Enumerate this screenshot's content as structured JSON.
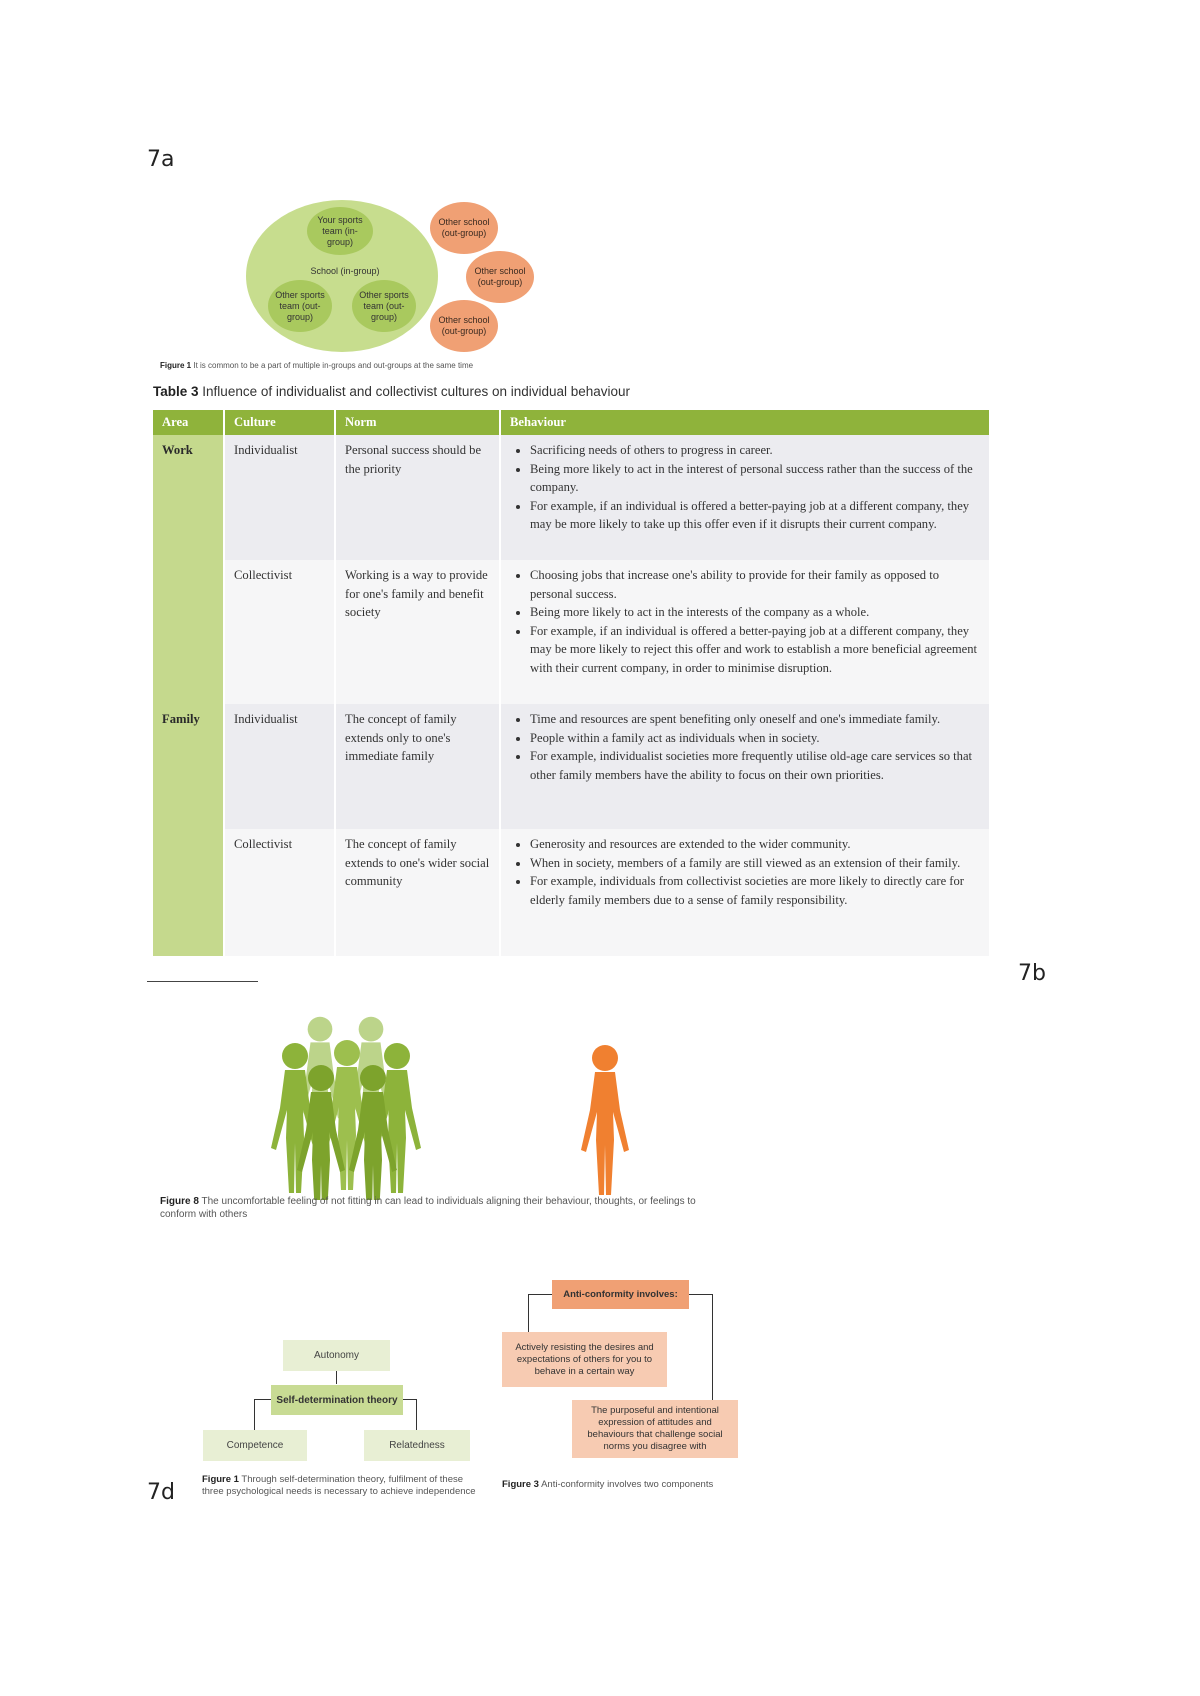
{
  "labels": {
    "label_7a": "7a",
    "label_7b": "7b",
    "label_7d": "7d"
  },
  "figure_groups": {
    "in_group_team": "Your sports team (in-group)",
    "school": "School (in-group)",
    "other_team_1": "Other sports team (out-group)",
    "other_team_2": "Other sports team (out-group)",
    "other_school_1": "Other school (out-group)",
    "other_school_2": "Other school (out-group)",
    "other_school_3": "Other school (out-group)",
    "caption_label": "Figure 1",
    "caption_text": "It is common to be a part of multiple in-groups and out-groups at the same time"
  },
  "table": {
    "title_label": "Table 3",
    "title_text": "Influence of individualist and collectivist cultures on individual behaviour",
    "headers": [
      "Area",
      "Culture",
      "Norm",
      "Behaviour"
    ],
    "rows": [
      {
        "area": "Work",
        "culture": "Individualist",
        "norm": "Personal success should be the priority",
        "behaviour": [
          "Sacrificing needs of others to progress in career.",
          "Being more likely to act in the interest of personal success rather than the success of the company.",
          "For example, if an individual is offered a better-paying job at a different company, they may be more likely to take up this offer even if it disrupts their current company."
        ]
      },
      {
        "area": "",
        "culture": "Collectivist",
        "norm": "Working is a way to provide for one's family and benefit society",
        "behaviour": [
          "Choosing jobs that increase one's ability to provide for their family as opposed to personal success.",
          "Being more likely to act in the interests of the company as a whole.",
          "For example, if an individual is offered a better-paying job at a different company, they may be more likely to reject this offer and work to establish a more beneficial agreement with their current company, in order to minimise disruption."
        ]
      },
      {
        "area": "Family",
        "culture": "Individualist",
        "norm": "The concept of family extends only to one's immediate family",
        "behaviour": [
          "Time and resources are spent benefiting only oneself and one's immediate family.",
          "People within a family act as individuals when in society.",
          "For example, individualist societies more frequently utilise old-age care services so that other family members have the ability to focus on their own priorities."
        ]
      },
      {
        "area": "",
        "culture": "Collectivist",
        "norm": "The concept of family extends to one's wider social community",
        "behaviour": [
          "Generosity and resources are extended to the wider community.",
          "When in society, members of a family are still viewed as an extension of their family.",
          "For example, individuals from collectivist societies are more likely to directly care for elderly family members due to a sense of family responsibility."
        ]
      }
    ]
  },
  "figure_conformity": {
    "caption_label": "Figure 8",
    "caption_text": "The uncomfortable feeling of not fitting in can lead to individuals aligning their behaviour, thoughts, or feelings to conform with others",
    "colors": {
      "group": "#8db33a",
      "group_light": "#bcd48a",
      "individual": "#f08030"
    }
  },
  "figure_sdt": {
    "autonomy": "Autonomy",
    "center": "Self-determination theory",
    "competence": "Competence",
    "relatedness": "Relatedness",
    "caption_label": "Figure 1",
    "caption_text": "Through self-determination theory, fulfilment of these three psychological needs is necessary to achieve independence"
  },
  "figure_anticonformity": {
    "title": "Anti-conformity involves:",
    "box1": "Actively resisting the desires and expectations of others for you to behave in a certain way",
    "box2": "The purposeful and intentional expression of attitudes and behaviours that challenge social norms you disagree with",
    "caption_label": "Figure 3",
    "caption_text": "Anti-conformity involves two components"
  }
}
